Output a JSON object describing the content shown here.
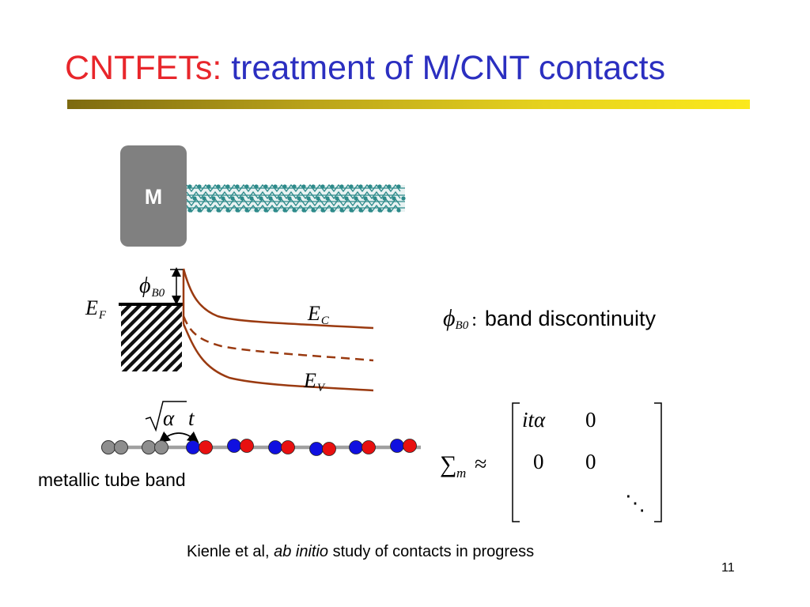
{
  "title": {
    "part1": "CNTFETs:",
    "part2": "treatment of M/CNT contacts",
    "part1_color": "#e8262b",
    "part2_color": "#2b2fc0"
  },
  "diagram": {
    "metal_label": "M",
    "fermi_label_main": "E",
    "fermi_label_sub": "F",
    "ec_label_main": "E",
    "ec_label_sub": "C",
    "ev_label_main": "E",
    "ev_label_sub": "V",
    "phi_main": "ϕ",
    "phi_sub": "B0",
    "coupling_symbol": "α",
    "coupling_t": "t",
    "band_color": "#9a3a10"
  },
  "band_definition": {
    "symbol_main": "ϕ",
    "symbol_sub": "B0",
    "colon": ":",
    "text": "band discontinuity"
  },
  "matrix": {
    "sigma": "∑",
    "sigma_sub": "m",
    "approx": "≈",
    "cells": [
      "itα",
      "0",
      "0",
      "0",
      "⋱"
    ]
  },
  "metallic_label": "metallic tube band",
  "footer": {
    "text1": "Kienle et al, ",
    "text_italic": "ab initio",
    "text2": " study of contacts in progress"
  },
  "slide_number": "11"
}
